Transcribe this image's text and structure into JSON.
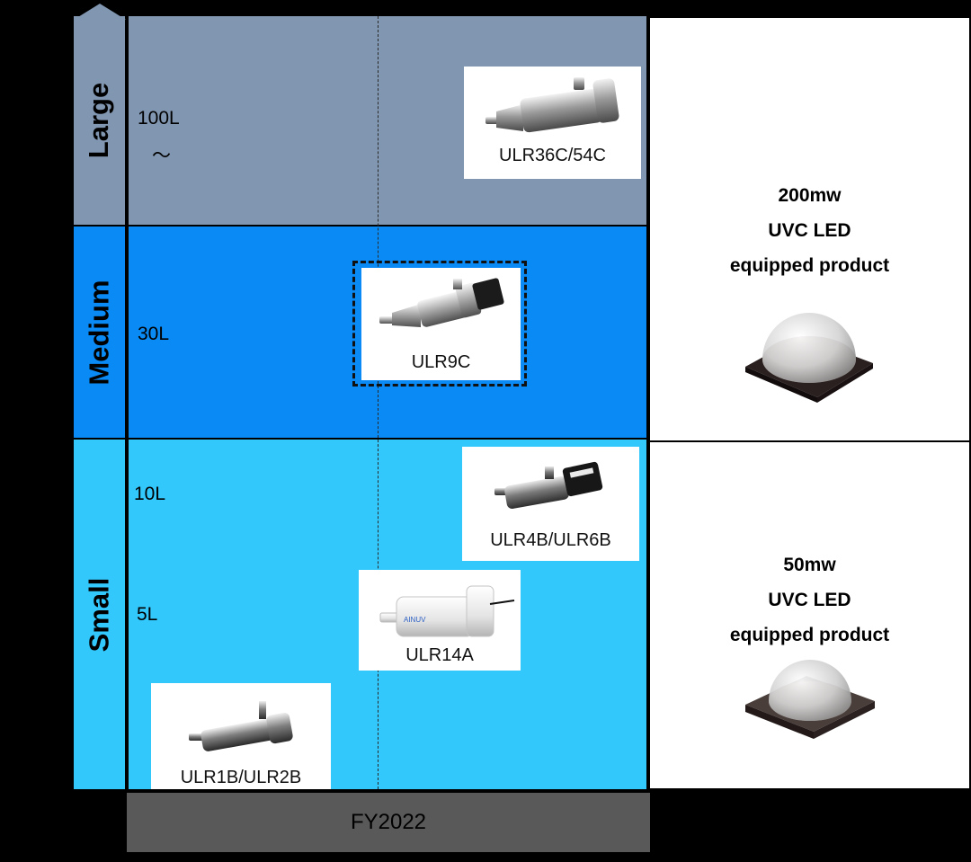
{
  "axis": {
    "arrow_icon": "up-arrow-icon",
    "bands": [
      {
        "label": "Large",
        "color": "#8196b0"
      },
      {
        "label": "Medium",
        "color": "#0a8af4"
      },
      {
        "label": "Small",
        "color": "#33c8fc"
      }
    ],
    "volumes": [
      "100L",
      "～",
      "30L",
      "10L",
      "5L"
    ]
  },
  "products": [
    {
      "name": "ULR36C/54C",
      "icon": "cylindrical-reactor-large-icon"
    },
    {
      "name": "ULR9C",
      "icon": "cylindrical-reactor-medium-icon",
      "highlight": "dash-dot border"
    },
    {
      "name": "ULR4B/ULR6B",
      "icon": "cylindrical-reactor-small-icon"
    },
    {
      "name": "ULR14A",
      "icon": "cylindrical-reactor-white-icon",
      "brand_mark": "AINUV"
    },
    {
      "name": "ULR1B/ULR2B",
      "icon": "cylindrical-reactor-mini-icon"
    }
  ],
  "led_panels": [
    {
      "power": "200mw",
      "line2": "UVC LED",
      "line3": "equipped product",
      "icon": "uvc-led-chip-icon"
    },
    {
      "power": "50mw",
      "line2": "UVC LED",
      "line3": "equipped product",
      "icon": "uvc-led-chip-icon"
    }
  ],
  "footer": {
    "label": "FY2022",
    "color": "#595959"
  }
}
